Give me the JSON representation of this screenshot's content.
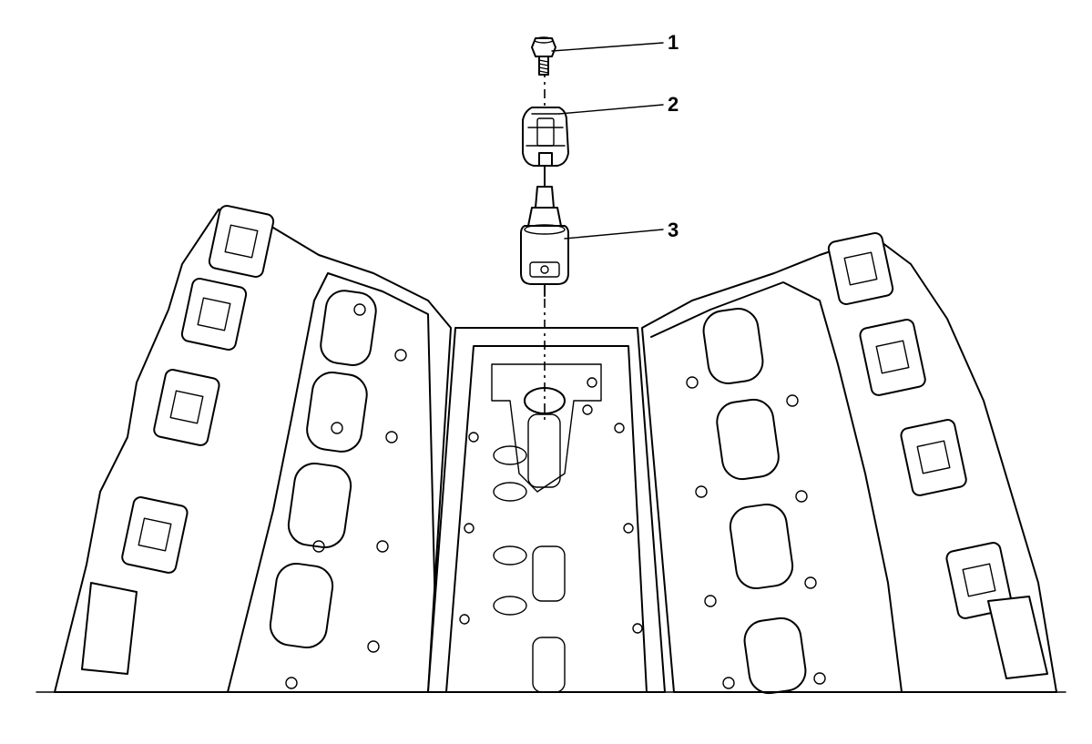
{
  "callouts": [
    {
      "number": "1",
      "part": "bolt"
    },
    {
      "number": "2",
      "part": "sensor-connector"
    },
    {
      "number": "3",
      "part": "sensor"
    }
  ]
}
